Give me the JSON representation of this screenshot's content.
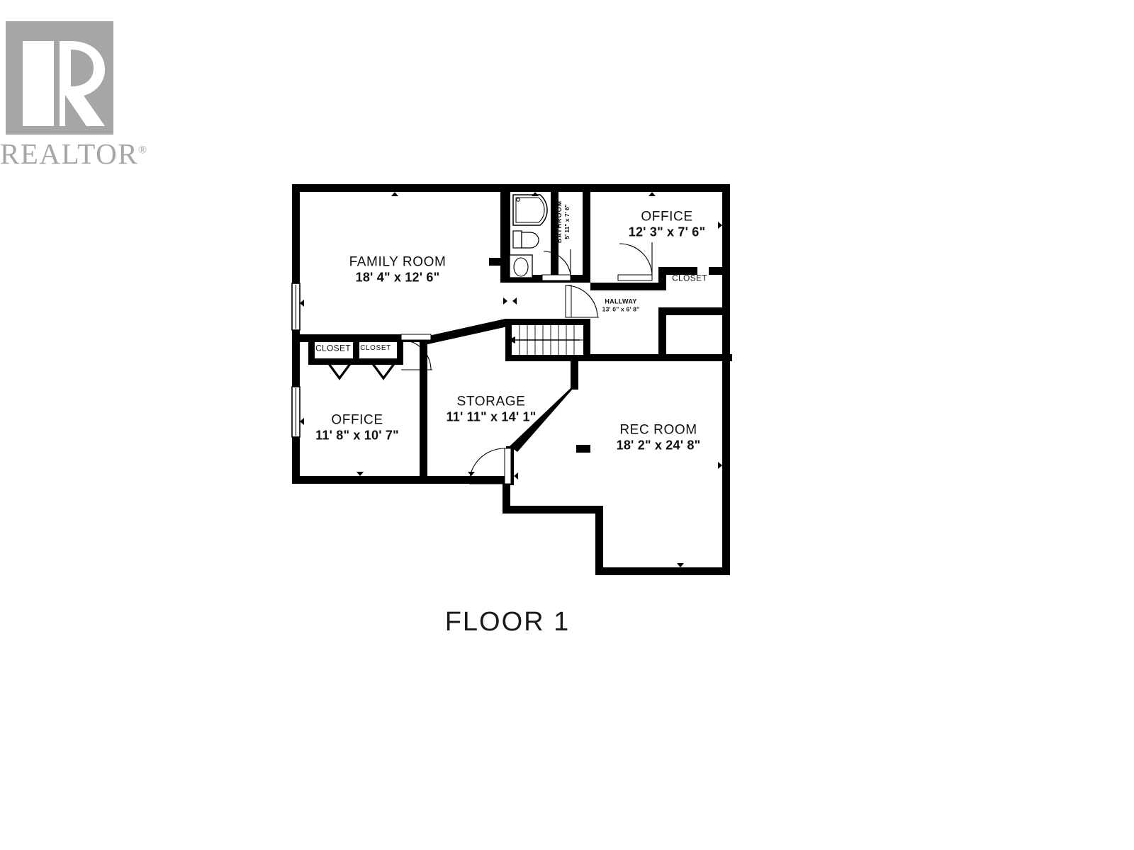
{
  "logo": {
    "name": "realtor-logo",
    "wordmark": "REALTOR",
    "registered": "®",
    "color": "#a6a6a6"
  },
  "floor_plan": {
    "title": "FLOOR 1",
    "line_color": "#000000",
    "fill_color": "#ffffff",
    "rooms": [
      {
        "id": "family-room",
        "name": "FAMILY ROOM",
        "dimensions": "18' 4\" x 12' 6\""
      },
      {
        "id": "bathroom",
        "name": "BATHROOM",
        "dimensions": "5' 11\" x 7' 6\""
      },
      {
        "id": "office-upper",
        "name": "OFFICE",
        "dimensions": "12' 3\" x 7' 6\""
      },
      {
        "id": "closet-upper",
        "name": "CLOSET",
        "dimensions": ""
      },
      {
        "id": "hallway",
        "name": "HALLWAY",
        "dimensions": "13' 0\" x 6' 8\""
      },
      {
        "id": "closet-left",
        "name": "CLOSET",
        "dimensions": ""
      },
      {
        "id": "closet-right",
        "name": "CLOSET",
        "dimensions": ""
      },
      {
        "id": "office-lower",
        "name": "OFFICE",
        "dimensions": "11' 8\" x 10' 7\""
      },
      {
        "id": "storage",
        "name": "STORAGE",
        "dimensions": "11' 11\" x 14' 1\""
      },
      {
        "id": "rec-room",
        "name": "REC ROOM",
        "dimensions": "18' 2\" x 24' 8\""
      }
    ],
    "features": {
      "stairs": "stairs-down",
      "stair_treads": 9,
      "windows": 2,
      "doors": 5,
      "fixtures": [
        "shower",
        "toilet",
        "sink-vanity"
      ],
      "column": "support-column"
    }
  }
}
